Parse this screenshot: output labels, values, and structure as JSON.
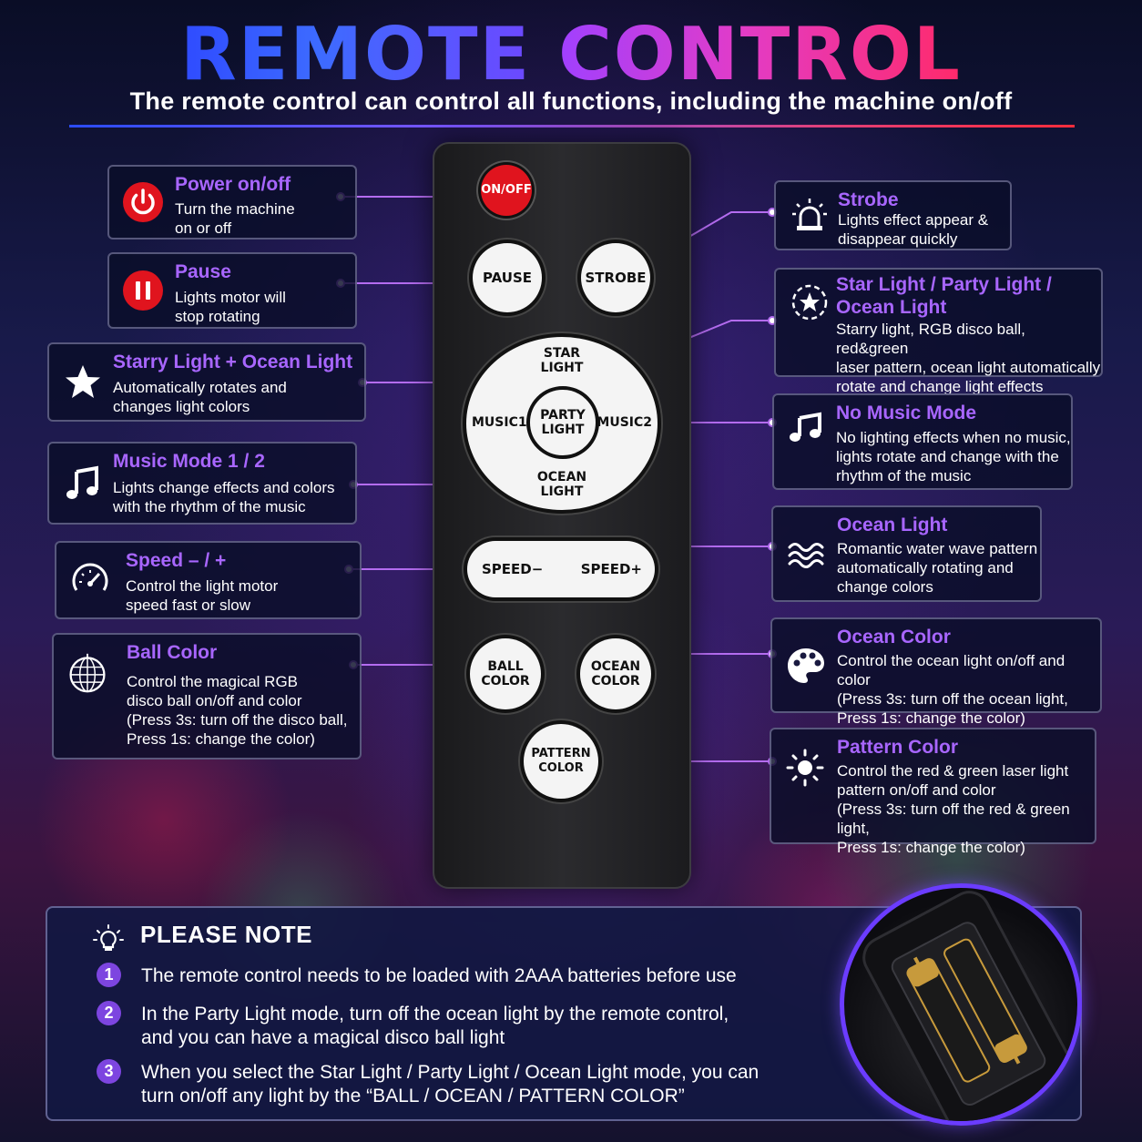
{
  "header": {
    "title_part1": "REMOTE",
    "title_part2": "CONTROL",
    "subtitle": "The remote control can control all functions, including the machine on/off"
  },
  "left_cards": [
    {
      "title": "Power on/off",
      "desc": "Turn the machine\non or off",
      "icon": "power-icon"
    },
    {
      "title": "Pause",
      "desc": "Lights motor will\nstop rotating",
      "icon": "pause-icon"
    },
    {
      "title": "Starry Light + Ocean Light",
      "desc": "Automatically rotates and\nchanges light colors",
      "icon": "star-icon"
    },
    {
      "title": "Music Mode 1 / 2",
      "desc": "Lights change effects and colors\nwith the rhythm of the music",
      "icon": "music-note-icon"
    },
    {
      "title": "Speed – / +",
      "desc": "Control the light motor\nspeed fast or slow",
      "icon": "speedometer-icon"
    },
    {
      "title": "Ball Color",
      "desc": "Control the magical RGB\ndisco ball on/off and color\n(Press 3s: turn off the disco ball,\nPress 1s: change the color)",
      "icon": "disco-ball-icon"
    }
  ],
  "right_cards": [
    {
      "title": "Strobe",
      "desc": "Lights effect appear &\ndisappear quickly",
      "icon": "strobe-siren-icon"
    },
    {
      "title": "Star Light / Party Light /\nOcean Light",
      "desc": "Starry light, RGB disco ball, red&green\nlaser pattern, ocean light automatically\nrotate and change light effects",
      "icon": "star-circle-icon"
    },
    {
      "title": "No Music Mode",
      "desc": "No lighting effects when no music,\nlights rotate and change with the\nrhythm of the music",
      "icon": "music-notes-icon"
    },
    {
      "title": "Ocean Light",
      "desc": "Romantic water wave pattern\nautomatically rotating and\nchange colors",
      "icon": "waves-icon"
    },
    {
      "title": "Ocean Color",
      "desc": "Control the ocean light on/off and color\n(Press 3s: turn off the ocean light,\nPress 1s: change the color)",
      "icon": "palette-icon"
    },
    {
      "title": "Pattern Color",
      "desc": "Control the red & green laser light\npattern on/off and color\n(Press 3s: turn off the red & green light,\nPress 1s: change the color)",
      "icon": "sun-light-icon"
    }
  ],
  "remote": {
    "power": "ON/OFF",
    "pause": "PAUSE",
    "strobe": "STROBE",
    "star_light": "STAR\nLIGHT",
    "music1": "MUSIC1",
    "party_light": "PARTY\nLIGHT",
    "music2": "MUSIC2",
    "ocean_light": "OCEAN\nLIGHT",
    "speed_minus": "SPEED−",
    "speed_plus": "SPEED+",
    "ball_color": "BALL\nCOLOR",
    "ocean_color": "OCEAN\nCOLOR",
    "pattern_color": "PATTERN\nCOLOR"
  },
  "note": {
    "title": "PLEASE NOTE",
    "icon": "lightbulb-icon",
    "items": [
      {
        "num": "1",
        "text": "The remote control needs to be loaded with 2AAA batteries before use"
      },
      {
        "num": "2",
        "text": "In the Party Light mode, turn off the ocean light by the remote control,\nand you can have a magical disco ball light"
      },
      {
        "num": "3",
        "text": "When you select the Star Light / Party Light / Ocean Light mode, you can\nturn on/off any light by the “BALL / OCEAN / PATTERN COLOR”"
      }
    ]
  },
  "colors": {
    "accent_purple": "#a866ff",
    "power_red": "#e0141e",
    "title_blue": "#2f4bff",
    "title_pink": "#e23cc8"
  }
}
